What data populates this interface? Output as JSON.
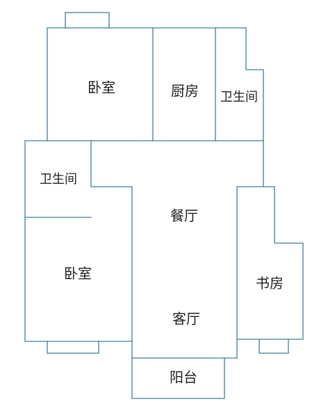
{
  "plan": {
    "rooms": [
      {
        "id": "bedroom-top",
        "label": "卧室"
      },
      {
        "id": "kitchen",
        "label": "厨房"
      },
      {
        "id": "bathroom-top",
        "label": "卫生间"
      },
      {
        "id": "bathroom-left",
        "label": "卫生间"
      },
      {
        "id": "dining",
        "label": "餐厅"
      },
      {
        "id": "bedroom-bottom",
        "label": "卧室"
      },
      {
        "id": "study",
        "label": "书房"
      },
      {
        "id": "living",
        "label": "客厅"
      },
      {
        "id": "balcony",
        "label": "阳台"
      }
    ],
    "colors": {
      "wall": "#3d7e96",
      "text": "#1f1f1f",
      "background": "#ffffff"
    }
  }
}
